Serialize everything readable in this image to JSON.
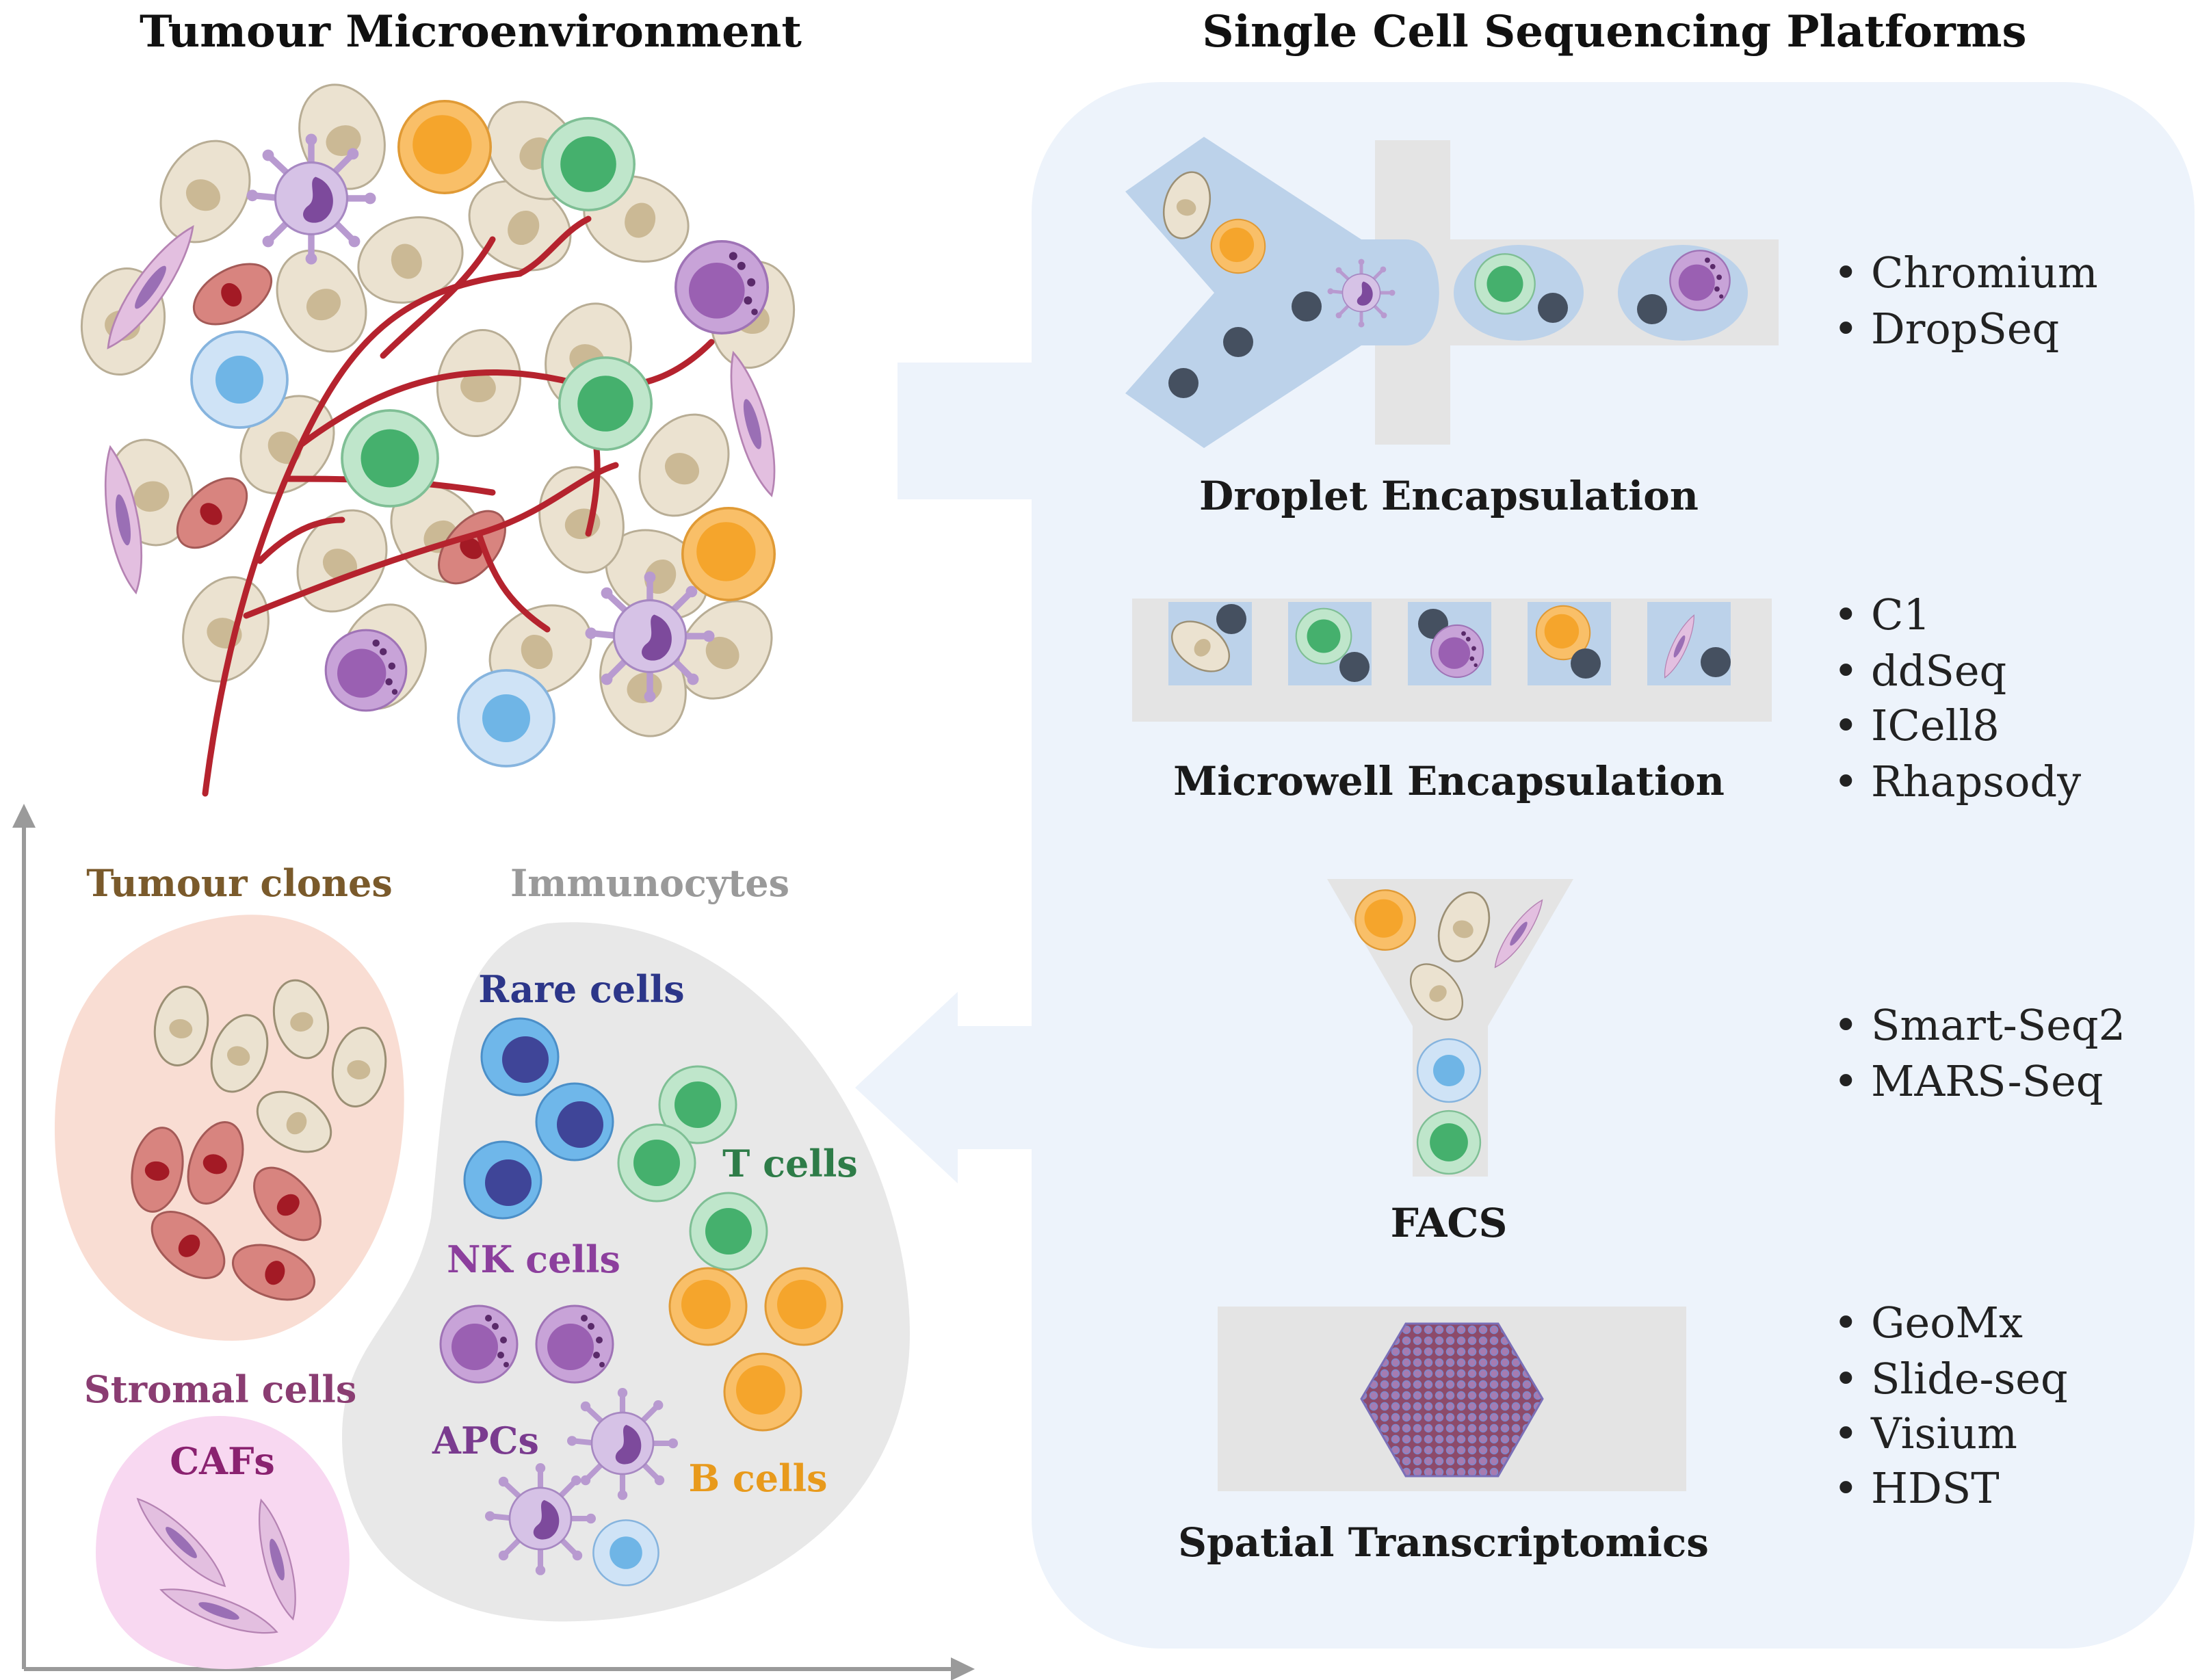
{
  "titles": {
    "left": "Tumour Microenvironment",
    "right": "Single Cell Sequencing Platforms"
  },
  "methods": [
    {
      "label": "Droplet Encapsulation",
      "platforms": [
        "Chromium",
        "DropSeq"
      ]
    },
    {
      "label": "Microwell Encapsulation",
      "platforms": [
        "C1",
        "ddSeq",
        "ICell8",
        "Rhapsody"
      ]
    },
    {
      "label": "FACS",
      "platforms": [
        "Smart-Seq2",
        "MARS-Seq"
      ]
    },
    {
      "label": "Spatial Transcriptomics",
      "platforms": [
        "GeoMx",
        "Slide-seq",
        "Visium",
        "HDST"
      ]
    }
  ],
  "bullet": "•",
  "clusters": {
    "tumour_clones": "Tumour clones",
    "immunocytes": "Immunocytes",
    "rare_cells": "Rare cells",
    "t_cells": "T cells",
    "nk_cells": "NK cells",
    "apcs": "APCs",
    "b_cells": "B cells",
    "stromal_cells": "Stromal cells",
    "cafs": "CAFs"
  },
  "colors": {
    "panel_bg": "#edf3fb",
    "channel": "#e4e4e4",
    "droplet": "#bcd2ea",
    "bead": "#455060",
    "tumour": "#ebe2d0",
    "tumour_nucleus": "#cbb995",
    "clone_red": "#d8847f",
    "clone_nucleus": "#a31a25",
    "t_cell": "#65c488",
    "b_cell": "#f5a52c",
    "rare": "#4a50a0",
    "blue_cell": "#74b8e6",
    "nk": "#a26db7",
    "apc": "#8d5ba8",
    "caf": "#c993c4",
    "vessel": "#b5232e",
    "label_tumour": "#7a5a2b",
    "label_immuno": "#9a9a9a",
    "label_rare": "#2c3689",
    "label_t": "#2e7c48",
    "label_nk": "#8c3f9d",
    "label_apc": "#7a3b8f",
    "label_b": "#e89a1c",
    "label_stromal": "#8a3d72",
    "label_cafs": "#8a2270"
  }
}
